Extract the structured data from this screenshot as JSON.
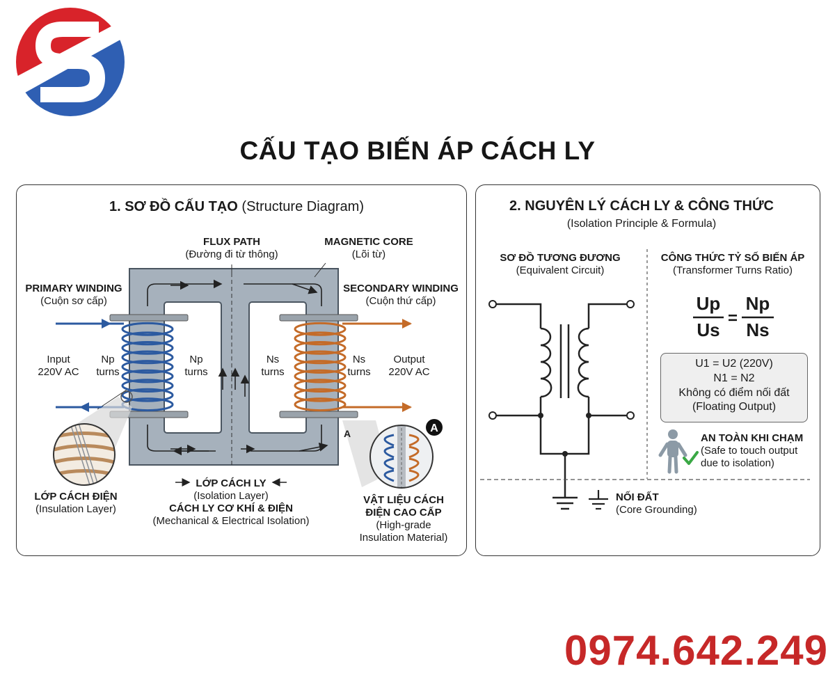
{
  "brand": {
    "logo_colors": {
      "red": "#d8232a",
      "blue": "#2f5fb3"
    },
    "accent_red": "#c62828"
  },
  "title": "CẤU TẠO BIẾN ÁP CÁCH LY",
  "phone": "0974.642.249",
  "left_panel": {
    "heading": "1. SƠ ĐỒ CẤU TẠO",
    "heading_en": "(Structure Diagram)",
    "flux_path": {
      "title": "FLUX PATH",
      "sub": "(Đường đi từ thông)"
    },
    "magnetic_core": {
      "title": "MAGNETIC CORE",
      "sub": "(Lõi từ)"
    },
    "primary_winding": {
      "title": "PRIMARY WINDING",
      "sub": "(Cuộn sơ cấp)"
    },
    "secondary_winding": {
      "title": "SECONDARY WINDING",
      "sub": "(Cuộn thứ cấp)"
    },
    "input": {
      "line1": "Input",
      "line2": "220V AC"
    },
    "output": {
      "line1": "Output",
      "line2": "220V AC"
    },
    "np_left": {
      "line1": "Np",
      "line2": "turns"
    },
    "np_right": {
      "line1": "Np",
      "line2": "turns"
    },
    "ns_left": {
      "line1": "Ns",
      "line2": "turns"
    },
    "ns_right": {
      "line1": "Ns",
      "line2": "turns"
    },
    "insulation_layer": {
      "title": "LỚP CÁCH ĐIỆN",
      "sub": "(Insulation Layer)"
    },
    "isolation_layer": {
      "title": "LỚP CÁCH LY",
      "sub": "(Isolation Layer)",
      "title2": "CÁCH LY CƠ KHÍ & ĐIỆN",
      "sub2": "(Mechanical & Electrical Isolation)"
    },
    "material": {
      "line1": "VẬT LIỆU CÁCH",
      "line2": "ĐIỆN CAO CẤP",
      "line3": "(High-grade",
      "line4": "Insulation Material)"
    },
    "marker_a": "A",
    "badge_a": "A",
    "colors": {
      "core": "#a6b1bc",
      "primary": "#2c5aa0",
      "secondary": "#c46b28"
    }
  },
  "right_panel": {
    "heading": "2. NGUYÊN LÝ CÁCH LY & CÔNG THỨC",
    "heading_en": "(Isolation Principle & Formula)",
    "equiv": {
      "title": "SƠ ĐỒ TƯƠNG ĐƯƠNG",
      "sub": "(Equivalent Circuit)"
    },
    "ratio": {
      "title": "CÔNG THỨC TỶ SỐ BIẾN ÁP",
      "sub": "(Transformer Turns Ratio)"
    },
    "formula": {
      "up": "Up",
      "us": "Us",
      "eq": "=",
      "np": "Np",
      "ns": "Ns"
    },
    "box": {
      "line1": "U1 = U2 (220V)",
      "line2": "N1 = N2",
      "line3": "Không có điểm nối đất",
      "line4": "(Floating Output)"
    },
    "safety": {
      "title": "AN TOÀN KHI CHẠM",
      "line1": "(Safe to touch output",
      "line2": "due to isolation)"
    },
    "ground": {
      "title": "NỐI ĐẤT",
      "sub": "(Core Grounding)"
    }
  }
}
